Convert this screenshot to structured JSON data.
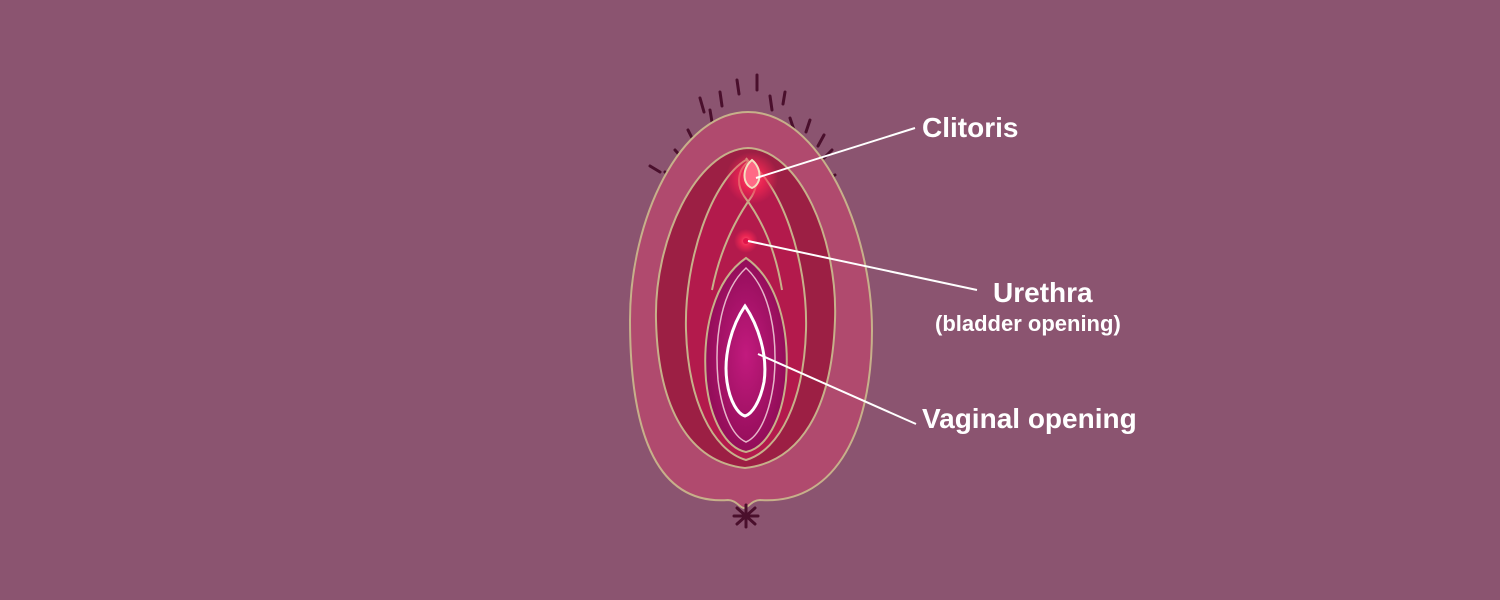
{
  "background_color": "#8b5470",
  "labels": {
    "clitoris": "Clitoris",
    "urethra": "Urethra",
    "urethra_note": "(bladder opening)",
    "vaginal_opening": "Vaginal opening"
  },
  "colors": {
    "outer_labia": "#b04a6e",
    "inner_fill": "#9c1f44",
    "inner_labia": "#b31a4c",
    "vaginal_area": "#a0106a",
    "glow": "#ff3060",
    "outline": "#c7b08a",
    "hair": "#4a0f2c",
    "leader_line": "#ffffff"
  }
}
